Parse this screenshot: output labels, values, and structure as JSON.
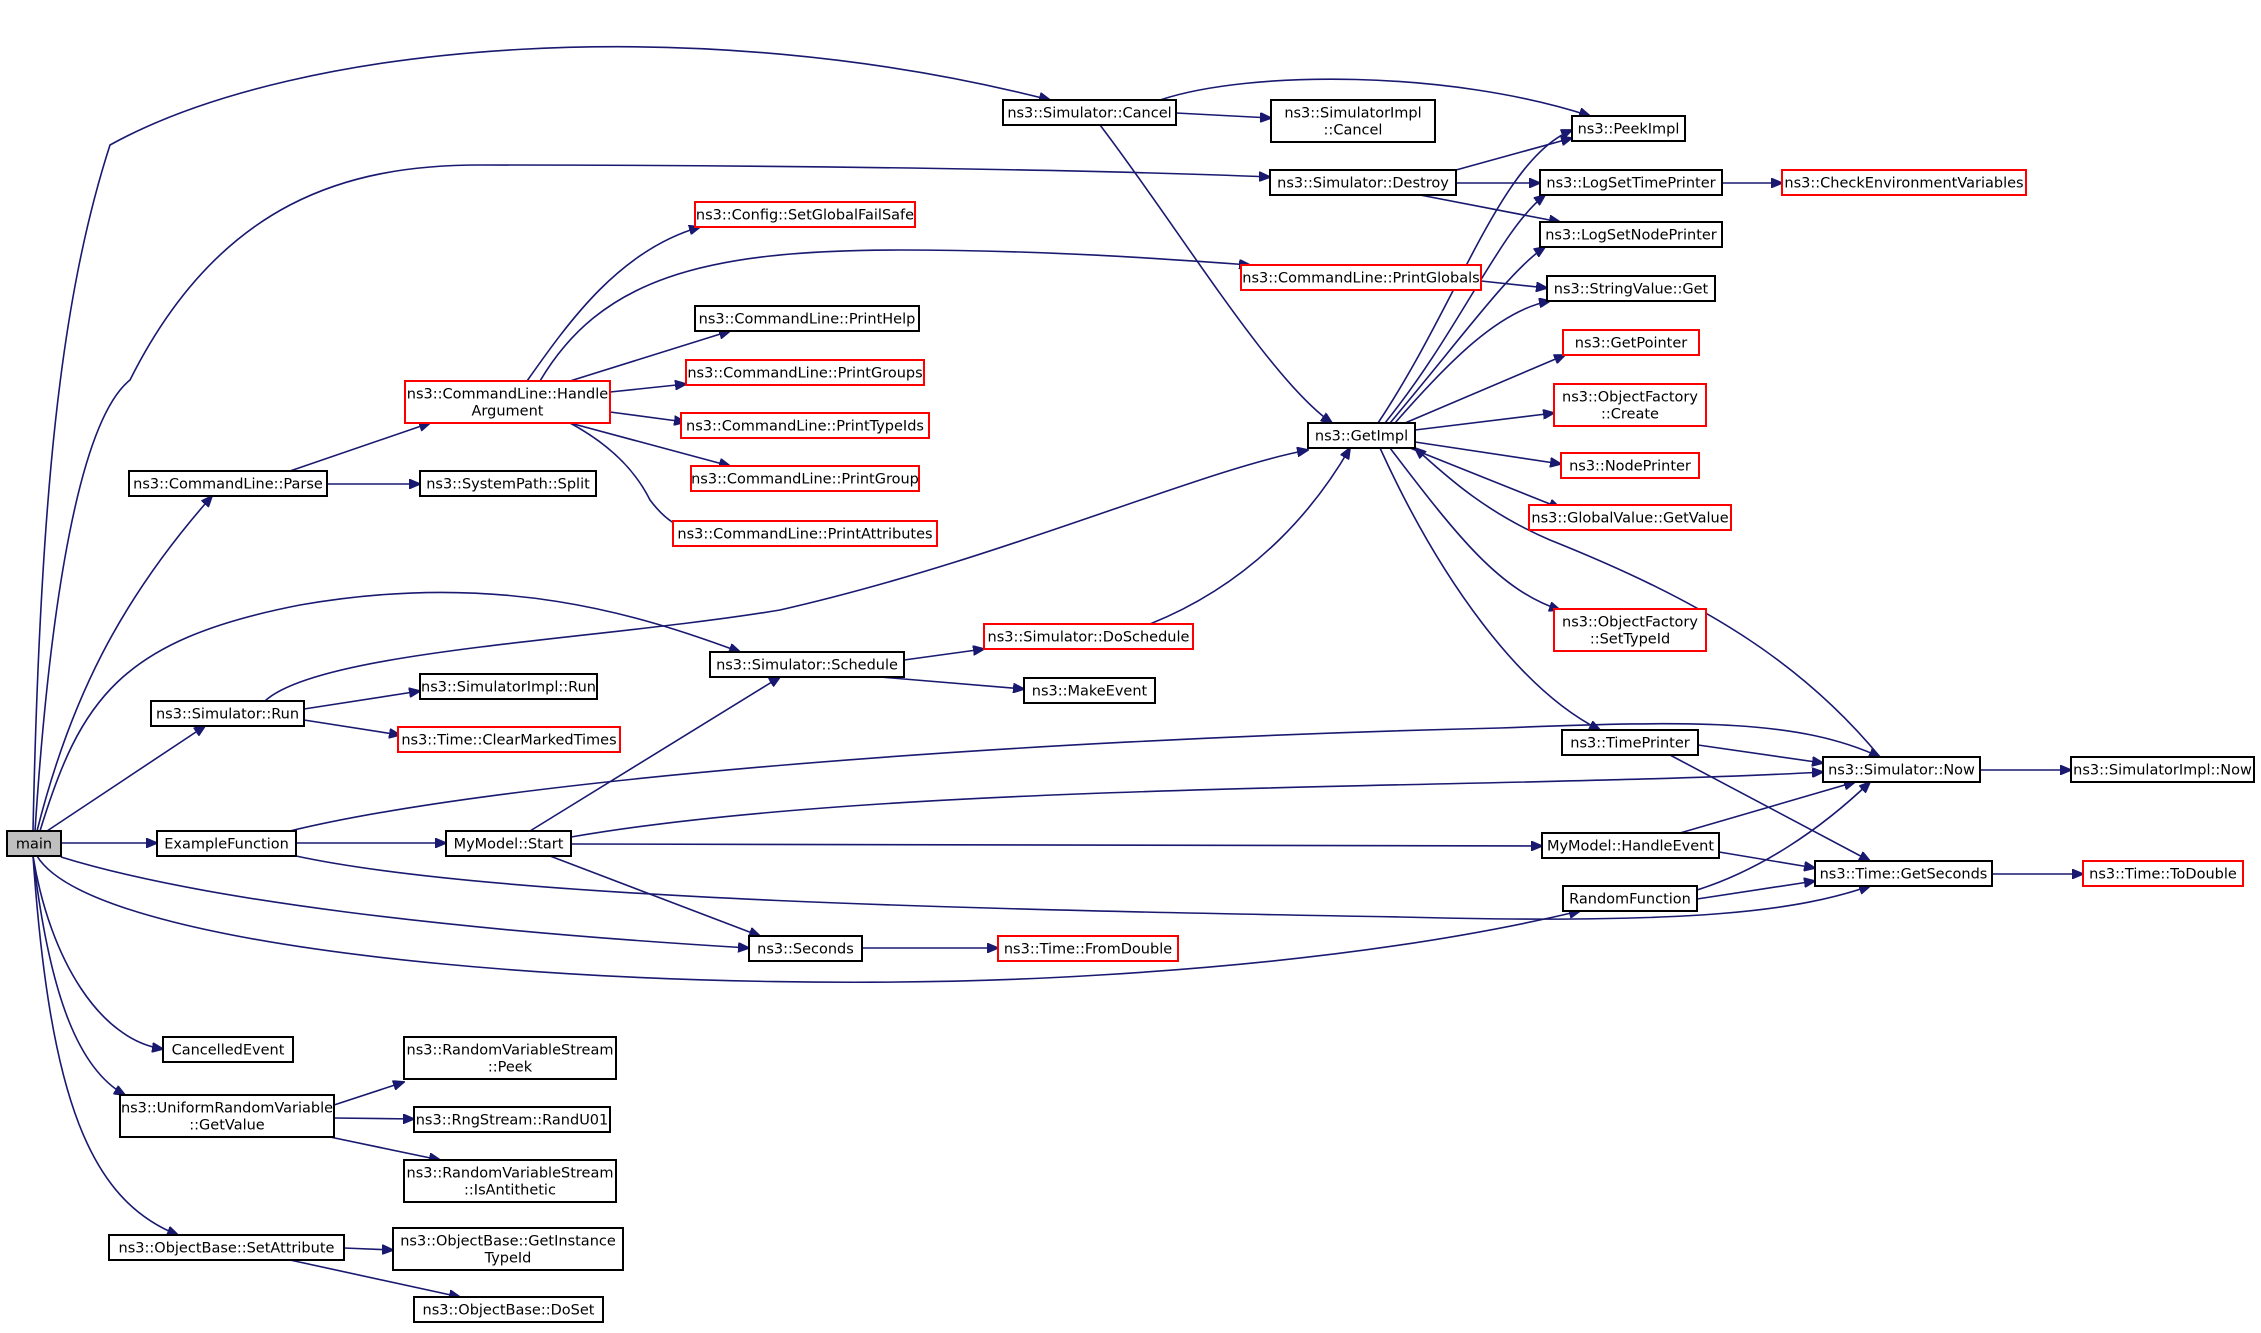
{
  "colors": {
    "edge": "#191970",
    "node_border_default": "#000000",
    "node_border_truncated": "#ff0000",
    "node_fill_root": "#bfbfbf",
    "node_fill": "#ffffff"
  },
  "nodes": [
    {
      "id": "main",
      "lines": [
        "main"
      ],
      "style": "root"
    },
    {
      "id": "sim_cancel",
      "lines": [
        "ns3::Simulator::Cancel"
      ],
      "style": "black"
    },
    {
      "id": "simimpl_cancel",
      "lines": [
        "ns3::SimulatorImpl",
        "::Cancel"
      ],
      "style": "black"
    },
    {
      "id": "peekimpl",
      "lines": [
        "ns3::PeekImpl"
      ],
      "style": "black"
    },
    {
      "id": "sim_destroy",
      "lines": [
        "ns3::Simulator::Destroy"
      ],
      "style": "black"
    },
    {
      "id": "logsettimeprinter",
      "lines": [
        "ns3::LogSetTimePrinter"
      ],
      "style": "black"
    },
    {
      "id": "checkenv",
      "lines": [
        "ns3::CheckEnvironmentVariables"
      ],
      "style": "red"
    },
    {
      "id": "logsetnodeprinter",
      "lines": [
        "ns3::LogSetNodePrinter"
      ],
      "style": "black"
    },
    {
      "id": "config_sgf",
      "lines": [
        "ns3::Config::SetGlobalFailSafe"
      ],
      "style": "red"
    },
    {
      "id": "cl_printglobals",
      "lines": [
        "ns3::CommandLine::PrintGlobals"
      ],
      "style": "red"
    },
    {
      "id": "stringvalue_get",
      "lines": [
        "ns3::StringValue::Get"
      ],
      "style": "black"
    },
    {
      "id": "cl_printhelp",
      "lines": [
        "ns3::CommandLine::PrintHelp"
      ],
      "style": "black"
    },
    {
      "id": "getpointer",
      "lines": [
        "ns3::GetPointer"
      ],
      "style": "red"
    },
    {
      "id": "cl_printgroups",
      "lines": [
        "ns3::CommandLine::PrintGroups"
      ],
      "style": "red"
    },
    {
      "id": "cl_handlearg",
      "lines": [
        "ns3::CommandLine::Handle",
        "Argument"
      ],
      "style": "red"
    },
    {
      "id": "objfactory_create",
      "lines": [
        "ns3::ObjectFactory",
        "::Create"
      ],
      "style": "red"
    },
    {
      "id": "cl_printtypeids",
      "lines": [
        "ns3::CommandLine::PrintTypeIds"
      ],
      "style": "red"
    },
    {
      "id": "getimpl",
      "lines": [
        "ns3::GetImpl"
      ],
      "style": "black"
    },
    {
      "id": "cl_parse",
      "lines": [
        "ns3::CommandLine::Parse"
      ],
      "style": "black"
    },
    {
      "id": "syspath_split",
      "lines": [
        "ns3::SystemPath::Split"
      ],
      "style": "black"
    },
    {
      "id": "cl_printgroup",
      "lines": [
        "ns3::CommandLine::PrintGroup"
      ],
      "style": "red"
    },
    {
      "id": "nodeprinter",
      "lines": [
        "ns3::NodePrinter"
      ],
      "style": "red"
    },
    {
      "id": "globalvalue_getvalue",
      "lines": [
        "ns3::GlobalValue::GetValue"
      ],
      "style": "red"
    },
    {
      "id": "cl_printattrs",
      "lines": [
        "ns3::CommandLine::PrintAttributes"
      ],
      "style": "red"
    },
    {
      "id": "objfactory_settypeid",
      "lines": [
        "ns3::ObjectFactory",
        "::SetTypeId"
      ],
      "style": "red"
    },
    {
      "id": "sim_doschedule",
      "lines": [
        "ns3::Simulator::DoSchedule"
      ],
      "style": "red"
    },
    {
      "id": "sim_schedule",
      "lines": [
        "ns3::Simulator::Schedule"
      ],
      "style": "black"
    },
    {
      "id": "simimpl_run",
      "lines": [
        "ns3::SimulatorImpl::Run"
      ],
      "style": "black"
    },
    {
      "id": "makeevent",
      "lines": [
        "ns3::MakeEvent"
      ],
      "style": "black"
    },
    {
      "id": "sim_run",
      "lines": [
        "ns3::Simulator::Run"
      ],
      "style": "black"
    },
    {
      "id": "time_clearmarked",
      "lines": [
        "ns3::Time::ClearMarkedTimes"
      ],
      "style": "red"
    },
    {
      "id": "timeprinter",
      "lines": [
        "ns3::TimePrinter"
      ],
      "style": "black"
    },
    {
      "id": "sim_now",
      "lines": [
        "ns3::Simulator::Now"
      ],
      "style": "black"
    },
    {
      "id": "simimpl_now",
      "lines": [
        "ns3::SimulatorImpl::Now"
      ],
      "style": "black"
    },
    {
      "id": "examplefunction",
      "lines": [
        "ExampleFunction"
      ],
      "style": "black"
    },
    {
      "id": "mymodel_start",
      "lines": [
        "MyModel::Start"
      ],
      "style": "black"
    },
    {
      "id": "mymodel_handleevent",
      "lines": [
        "MyModel::HandleEvent"
      ],
      "style": "black"
    },
    {
      "id": "time_getseconds",
      "lines": [
        "ns3::Time::GetSeconds"
      ],
      "style": "black"
    },
    {
      "id": "time_todouble",
      "lines": [
        "ns3::Time::ToDouble"
      ],
      "style": "red"
    },
    {
      "id": "randomfunction",
      "lines": [
        "RandomFunction"
      ],
      "style": "black"
    },
    {
      "id": "seconds",
      "lines": [
        "ns3::Seconds"
      ],
      "style": "black"
    },
    {
      "id": "time_fromdouble",
      "lines": [
        "ns3::Time::FromDouble"
      ],
      "style": "red"
    },
    {
      "id": "cancelledevent",
      "lines": [
        "CancelledEvent"
      ],
      "style": "black"
    },
    {
      "id": "rvs_peek",
      "lines": [
        "ns3::RandomVariableStream",
        "::Peek"
      ],
      "style": "black"
    },
    {
      "id": "urv_getvalue",
      "lines": [
        "ns3::UniformRandomVariable",
        "::GetValue"
      ],
      "style": "black"
    },
    {
      "id": "rngstream_randu01",
      "lines": [
        "ns3::RngStream::RandU01"
      ],
      "style": "black"
    },
    {
      "id": "rvs_isantithetic",
      "lines": [
        "ns3::RandomVariableStream",
        "::IsAntithetic"
      ],
      "style": "black"
    },
    {
      "id": "objbase_setattr",
      "lines": [
        "ns3::ObjectBase::SetAttribute"
      ],
      "style": "black"
    },
    {
      "id": "objbase_getinstancetypeid",
      "lines": [
        "ns3::ObjectBase::GetInstance",
        "TypeId"
      ],
      "style": "black"
    },
    {
      "id": "objbase_doset",
      "lines": [
        "ns3::ObjectBase::DoSet"
      ],
      "style": "black"
    }
  ],
  "edges": [
    {
      "from": "main",
      "to": "sim_cancel"
    },
    {
      "from": "main",
      "to": "sim_destroy"
    },
    {
      "from": "main",
      "to": "cl_parse"
    },
    {
      "from": "main",
      "to": "sim_schedule"
    },
    {
      "from": "main",
      "to": "sim_run"
    },
    {
      "from": "main",
      "to": "examplefunction"
    },
    {
      "from": "main",
      "to": "seconds"
    },
    {
      "from": "main",
      "to": "randomfunction"
    },
    {
      "from": "main",
      "to": "cancelledevent"
    },
    {
      "from": "main",
      "to": "urv_getvalue"
    },
    {
      "from": "main",
      "to": "objbase_setattr"
    },
    {
      "from": "sim_cancel",
      "to": "simimpl_cancel"
    },
    {
      "from": "sim_cancel",
      "to": "peekimpl"
    },
    {
      "from": "sim_cancel",
      "to": "getimpl"
    },
    {
      "from": "sim_destroy",
      "to": "peekimpl"
    },
    {
      "from": "sim_destroy",
      "to": "logsettimeprinter"
    },
    {
      "from": "sim_destroy",
      "to": "logsetnodeprinter"
    },
    {
      "from": "logsettimeprinter",
      "to": "checkenv"
    },
    {
      "from": "cl_parse",
      "to": "cl_handlearg"
    },
    {
      "from": "cl_parse",
      "to": "syspath_split"
    },
    {
      "from": "cl_handlearg",
      "to": "config_sgf"
    },
    {
      "from": "cl_handlearg",
      "to": "cl_printglobals"
    },
    {
      "from": "cl_handlearg",
      "to": "cl_printhelp"
    },
    {
      "from": "cl_handlearg",
      "to": "cl_printgroups"
    },
    {
      "from": "cl_handlearg",
      "to": "cl_printtypeids"
    },
    {
      "from": "cl_handlearg",
      "to": "cl_printgroup"
    },
    {
      "from": "cl_handlearg",
      "to": "cl_printattrs"
    },
    {
      "from": "cl_printglobals",
      "to": "stringvalue_get"
    },
    {
      "from": "getimpl",
      "to": "peekimpl"
    },
    {
      "from": "getimpl",
      "to": "logsettimeprinter"
    },
    {
      "from": "getimpl",
      "to": "logsetnodeprinter"
    },
    {
      "from": "getimpl",
      "to": "stringvalue_get"
    },
    {
      "from": "getimpl",
      "to": "getpointer"
    },
    {
      "from": "getimpl",
      "to": "objfactory_create"
    },
    {
      "from": "getimpl",
      "to": "nodeprinter"
    },
    {
      "from": "getimpl",
      "to": "globalvalue_getvalue"
    },
    {
      "from": "getimpl",
      "to": "objfactory_settypeid"
    },
    {
      "from": "getimpl",
      "to": "timeprinter"
    },
    {
      "from": "sim_now",
      "to": "getimpl"
    },
    {
      "from": "sim_doschedule",
      "to": "getimpl"
    },
    {
      "from": "sim_schedule",
      "to": "sim_doschedule"
    },
    {
      "from": "sim_schedule",
      "to": "makeevent"
    },
    {
      "from": "sim_run",
      "to": "getimpl"
    },
    {
      "from": "sim_run",
      "to": "simimpl_run"
    },
    {
      "from": "sim_run",
      "to": "time_clearmarked"
    },
    {
      "from": "examplefunction",
      "to": "mymodel_start"
    },
    {
      "from": "examplefunction",
      "to": "sim_now"
    },
    {
      "from": "examplefunction",
      "to": "time_getseconds"
    },
    {
      "from": "mymodel_start",
      "to": "sim_schedule"
    },
    {
      "from": "mymodel_start",
      "to": "sim_now"
    },
    {
      "from": "mymodel_start",
      "to": "mymodel_handleevent"
    },
    {
      "from": "mymodel_start",
      "to": "seconds"
    },
    {
      "from": "mymodel_handleevent",
      "to": "sim_now"
    },
    {
      "from": "mymodel_handleevent",
      "to": "time_getseconds"
    },
    {
      "from": "timeprinter",
      "to": "sim_now"
    },
    {
      "from": "timeprinter",
      "to": "time_getseconds"
    },
    {
      "from": "sim_now",
      "to": "simimpl_now"
    },
    {
      "from": "randomfunction",
      "to": "sim_now"
    },
    {
      "from": "randomfunction",
      "to": "time_getseconds"
    },
    {
      "from": "time_getseconds",
      "to": "time_todouble"
    },
    {
      "from": "seconds",
      "to": "time_fromdouble"
    },
    {
      "from": "urv_getvalue",
      "to": "rvs_peek"
    },
    {
      "from": "urv_getvalue",
      "to": "rngstream_randu01"
    },
    {
      "from": "urv_getvalue",
      "to": "rvs_isantithetic"
    },
    {
      "from": "objbase_setattr",
      "to": "objbase_getinstancetypeid"
    },
    {
      "from": "objbase_setattr",
      "to": "objbase_doset"
    }
  ]
}
